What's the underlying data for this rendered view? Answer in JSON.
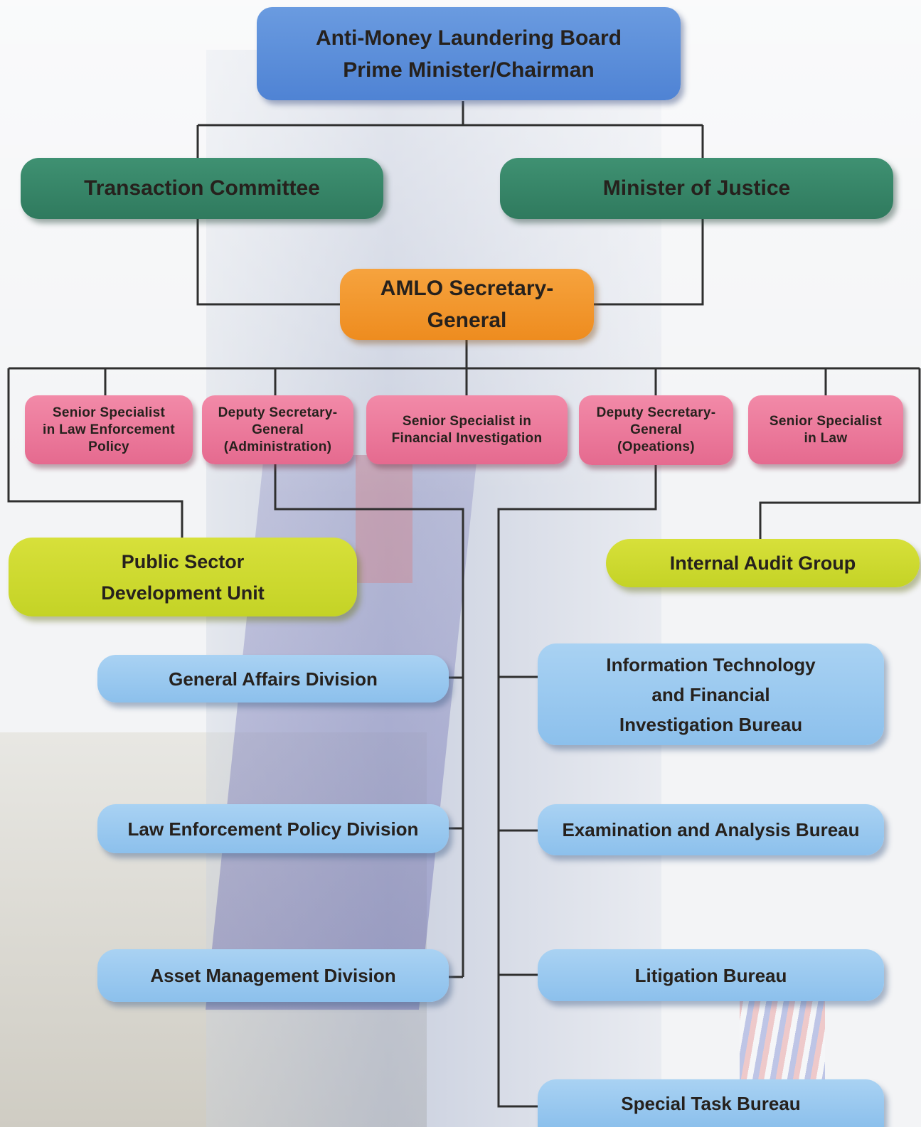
{
  "board": "Anti-Money Laundering  Board\nPrime Minister/Chairman",
  "transaction_committee": "Transaction Committee",
  "minister_of_justice": "Minister of Justice",
  "secretary_general": "AMLO Secretary-\nGeneral",
  "specialists": {
    "law_enforcement_policy": "Senior Specialist\nin Law Enforcement\nPolicy",
    "deputy_admin": "Deputy Secretary-\nGeneral\n(Administration)",
    "financial_investigation": "Senior Specialist in\nFinancial Investigation",
    "deputy_operations": "Deputy Secretary-\nGeneral\n(Opeations)",
    "law": "Senior Specialist\nin Law"
  },
  "public_sector_unit": "Public Sector\nDevelopment Unit",
  "internal_audit": "Internal Audit Group",
  "admin_divisions": [
    "General Affairs Division",
    "Law Enforcement Policy Division",
    "Asset Management Division"
  ],
  "operations_bureaus": [
    "Information Technology\nand Financial\nInvestigation Bureau",
    "Examination and Analysis Bureau",
    "Litigation Bureau",
    "Special Task Bureau"
  ],
  "colors": {
    "board": "#5b8fd9",
    "committee": "#358466",
    "secretary": "#f29a30",
    "specialist": "#ea7598",
    "lime": "#ccd930",
    "division": "#9acaf0"
  }
}
